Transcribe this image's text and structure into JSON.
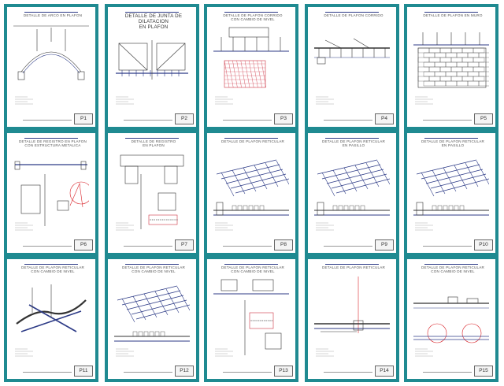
{
  "sheets": [
    {
      "id": "P1",
      "title": "DETALLE DE ARCO EN PLAFON",
      "drawing": "arch"
    },
    {
      "id": "P2",
      "title": "DETALLE DE JUNTA DE DILATACION\nEN PLAFON",
      "drawing": "joint"
    },
    {
      "id": "P3",
      "title": "DETALLE DE PLAFON CORRIDO\nCON CAMBIO DE NIVEL",
      "drawing": "level"
    },
    {
      "id": "P4",
      "title": "DETALLE DE PLAFON CORRIDO",
      "drawing": "ceiling"
    },
    {
      "id": "P5",
      "title": "DETALLE DE PLAFON EN MURO",
      "drawing": "wall"
    },
    {
      "id": "P6",
      "title": "DETALLE DE REGISTRO EN PLAFON\nCON ESTRUCTURA METALICA",
      "drawing": "register"
    },
    {
      "id": "P7",
      "title": "DETALLE DE REGISTRO\nEN PLAFON",
      "drawing": "section"
    },
    {
      "id": "P8",
      "title": "DETALLE DE PLAFON RETICULAR",
      "drawing": "grid"
    },
    {
      "id": "P9",
      "title": "DETALLE DE PLAFON RETICULAR\nEN PASILLO",
      "drawing": "grid"
    },
    {
      "id": "P10",
      "title": "DETALLE DE PLAFON RETICULAR\nEN PASILLO",
      "drawing": "grid"
    },
    {
      "id": "P11",
      "title": "DETALLE DE PLAFON RETICULAR\nCON CAMBIO DE NIVEL",
      "drawing": "curve"
    },
    {
      "id": "P12",
      "title": "DETALLE DE PLAFON RETICULAR\nCON CAMBIO DE NIVEL",
      "drawing": "gridflat"
    },
    {
      "id": "P13",
      "title": "DETALLE DE PLAFON RETICULAR\nCON CAMBIO DE NIVEL",
      "drawing": "stack"
    },
    {
      "id": "P14",
      "title": "DETALLE DE PLAFON RETICULAR",
      "drawing": "beam"
    },
    {
      "id": "P15",
      "title": "DETALLE DE PLAFON RETICULAR\nCON CAMBIO DE NIVEL",
      "drawing": "redcircles"
    }
  ],
  "colors": {
    "frame": "#1f8a91",
    "line": "#2c3a86",
    "accent": "#d9252b",
    "hatch": "#cc3344"
  }
}
